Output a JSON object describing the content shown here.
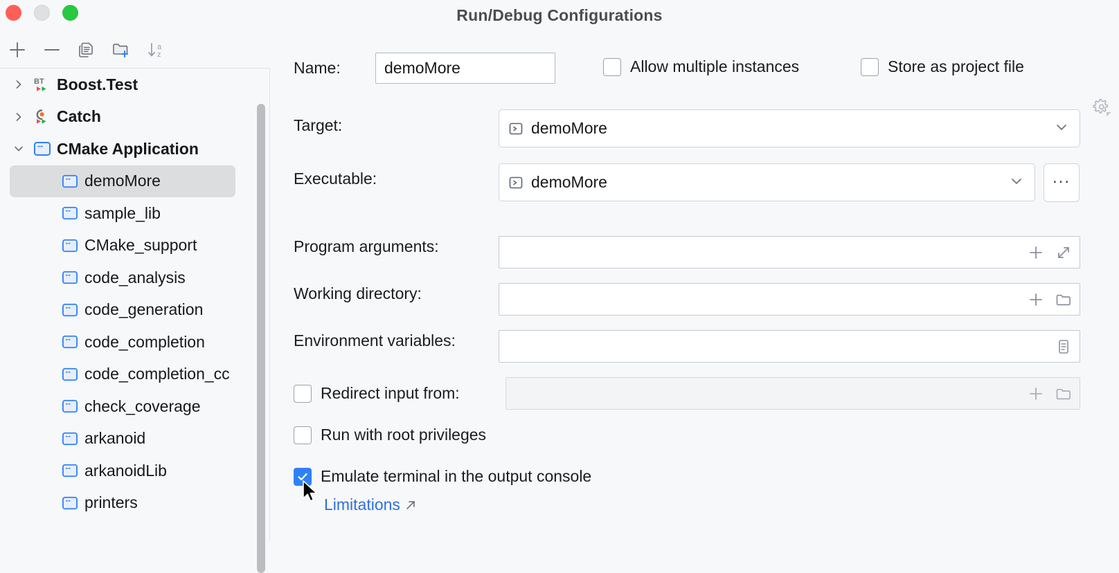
{
  "window": {
    "title": "Run/Debug Configurations",
    "traffic_lights": [
      "close-red",
      "minimize-yellow",
      "maximize-green"
    ]
  },
  "sidebar": {
    "toolbar": [
      {
        "name": "add-configuration-button",
        "icon": "plus-icon"
      },
      {
        "name": "remove-configuration-button",
        "icon": "minus-icon"
      },
      {
        "name": "copy-configuration-button",
        "icon": "copy-icon"
      },
      {
        "name": "new-folder-button",
        "icon": "new-folder-icon"
      },
      {
        "name": "sort-alphabetically-button",
        "icon": "sort-az-icon"
      }
    ],
    "groups": [
      {
        "label": "Boost.Test",
        "icon": "boost-test-icon",
        "expanded": false,
        "children": []
      },
      {
        "label": "Catch",
        "icon": "catch-icon",
        "expanded": false,
        "children": []
      },
      {
        "label": "CMake Application",
        "icon": "cmake-app-icon",
        "expanded": true,
        "children": [
          {
            "label": "demoMore",
            "selected": true
          },
          {
            "label": "sample_lib",
            "selected": false
          },
          {
            "label": "CMake_support",
            "selected": false
          },
          {
            "label": "code_analysis",
            "selected": false
          },
          {
            "label": "code_generation",
            "selected": false
          },
          {
            "label": "code_completion",
            "selected": false
          },
          {
            "label": "code_completion_cc",
            "selected": false
          },
          {
            "label": "check_coverage",
            "selected": false
          },
          {
            "label": "arkanoid",
            "selected": false
          },
          {
            "label": "arkanoidLib",
            "selected": false
          },
          {
            "label": "printers",
            "selected": false
          }
        ]
      }
    ]
  },
  "form": {
    "name": {
      "label": "Name:",
      "value": "demoMore",
      "placeholder": ""
    },
    "allow_multiple_instances": {
      "label": "Allow multiple instances",
      "checked": false
    },
    "store_as_project_file": {
      "label": "Store as project file",
      "checked": false,
      "gear_icon": "gear-icon"
    },
    "target": {
      "label": "Target:",
      "value": "demoMore",
      "icon": "console-target-icon"
    },
    "executable": {
      "label": "Executable:",
      "value": "demoMore",
      "icon": "console-target-icon",
      "browse_label": "..."
    },
    "program_arguments": {
      "label": "Program arguments:",
      "value": "",
      "placeholder": "",
      "icons": [
        "plus-icon",
        "expand-icon"
      ]
    },
    "working_directory": {
      "label": "Working directory:",
      "value": "",
      "placeholder": "",
      "icons": [
        "plus-icon",
        "folder-icon"
      ]
    },
    "environment_variables": {
      "label": "Environment variables:",
      "value": "",
      "placeholder": "",
      "icons": [
        "list-edit-icon"
      ]
    },
    "redirect_input": {
      "label": "Redirect input from:",
      "checked": false,
      "value": "",
      "placeholder": "",
      "disabled": true,
      "icons": [
        "plus-icon",
        "folder-icon"
      ]
    },
    "run_root": {
      "label": "Run with root privileges",
      "checked": false
    },
    "emulate_terminal": {
      "label": "Emulate terminal in the output console",
      "checked": true
    },
    "limitations_link": {
      "label": "Limitations",
      "icon": "external-link-icon"
    }
  },
  "colors": {
    "accent": "#2f80f7",
    "link": "#2f6fe0",
    "background": "#f7f8fa",
    "selection": "#dcdddf",
    "field_border": "#b6bac2"
  }
}
